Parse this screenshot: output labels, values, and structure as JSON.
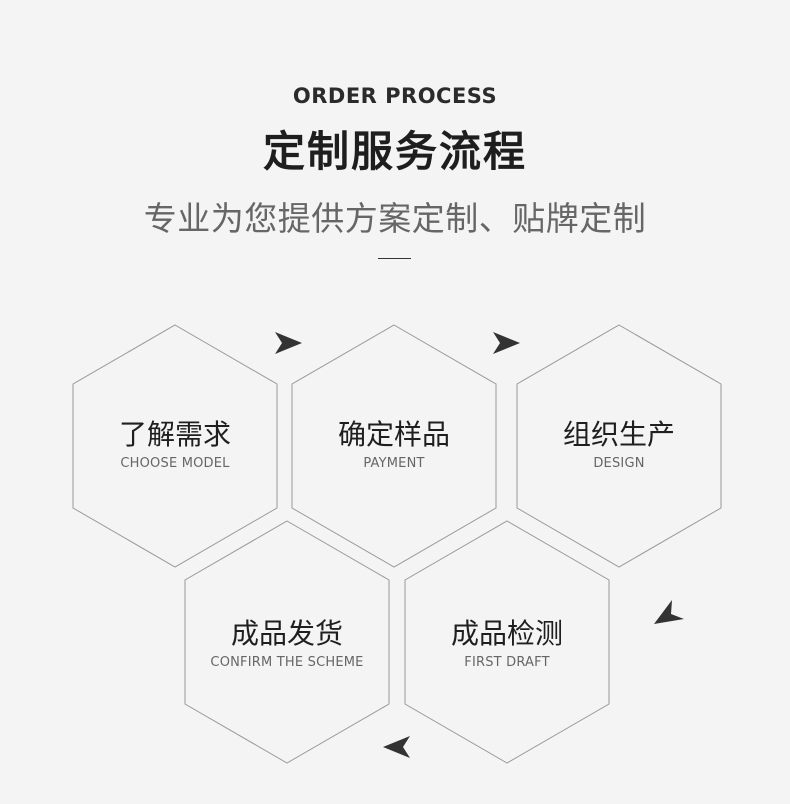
{
  "header": {
    "eyebrow": "ORDER PROCESS",
    "title": "定制服务流程",
    "subtitle": "专业为您提供方案定制、贴牌定制"
  },
  "steps": [
    {
      "title": "了解需求",
      "subtitle": "CHOOSE MODEL"
    },
    {
      "title": "确定样品",
      "subtitle": "PAYMENT"
    },
    {
      "title": "组织生产",
      "subtitle": "DESIGN"
    },
    {
      "title": "成品发货",
      "subtitle": "CONFIRM THE SCHEME"
    },
    {
      "title": "成品检测",
      "subtitle": "FIRST DRAFT"
    }
  ],
  "colors": {
    "background": "#f4f4f4",
    "hexagon_stroke": "#999999",
    "arrow": "#333333"
  },
  "icons": [
    "arrow-right-icon",
    "arrow-right-icon",
    "arrow-down-left-icon",
    "arrow-left-icon"
  ]
}
